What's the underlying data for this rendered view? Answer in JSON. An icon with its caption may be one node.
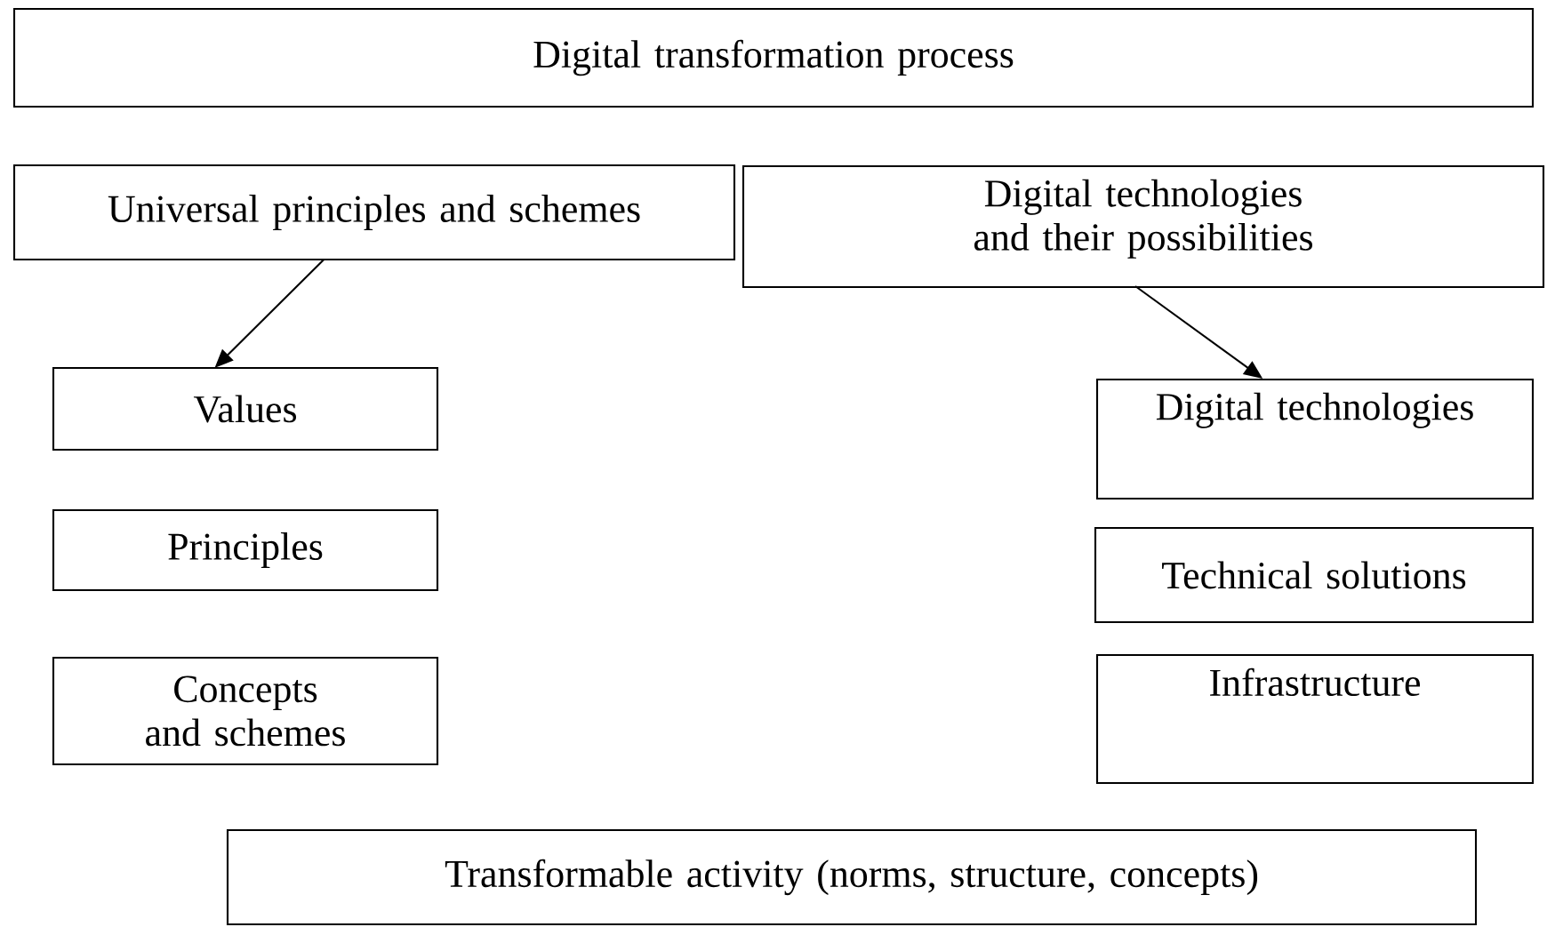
{
  "diagram": {
    "nodes": [
      {
        "text": [
          "Digital transformation process"
        ]
      },
      {
        "text": [
          "Universal principles and schemes"
        ]
      },
      {
        "text": [
          "Digital technologies and their possibilities"
        ]
      },
      {
        "text": [
          "Values"
        ]
      },
      {
        "text": [
          "Principles"
        ]
      },
      {
        "text": [
          "Concepts and schemes"
        ]
      },
      {
        "text": [
          "Digital technologies"
        ]
      },
      {
        "text": [
          "Technical solutions"
        ]
      },
      {
        "text": [
          "Infrastructure"
        ]
      },
      {
        "text": [
          "Transformable activity (norms, structure, concepts)"
        ]
      }
    ],
    "edges": [
      {
        "from": 1,
        "to": 3,
        "arrow": "to"
      },
      {
        "from": 2,
        "to": 6,
        "arrow": "to"
      }
    ]
  }
}
